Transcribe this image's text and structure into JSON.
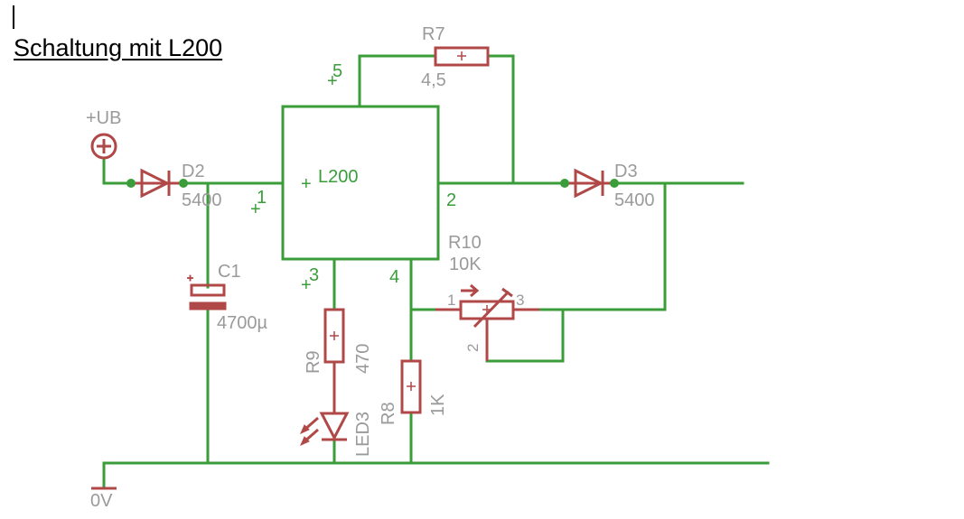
{
  "document": {
    "title": "Schaltung mit L200"
  },
  "colors": {
    "wire": "#3a9d3a",
    "component": "#b04848",
    "label": "#9a9a9a"
  },
  "components": {
    "supply": {
      "name": "+UB"
    },
    "ground": {
      "name": "0V"
    },
    "ic": {
      "name": "L200",
      "pins": [
        "1",
        "2",
        "3",
        "4",
        "5"
      ]
    },
    "d2": {
      "name": "D2",
      "value": "5400"
    },
    "d3": {
      "name": "D3",
      "value": "5400"
    },
    "c1": {
      "name": "C1",
      "value": "4700µ"
    },
    "r7": {
      "name": "R7",
      "value": "4,5"
    },
    "r9": {
      "name": "R9",
      "value": "470"
    },
    "r8": {
      "name": "R8",
      "value": "1K"
    },
    "r10": {
      "name": "R10",
      "value": "10K",
      "pins": [
        "1",
        "2",
        "3"
      ]
    },
    "led3": {
      "name": "LED3"
    }
  }
}
